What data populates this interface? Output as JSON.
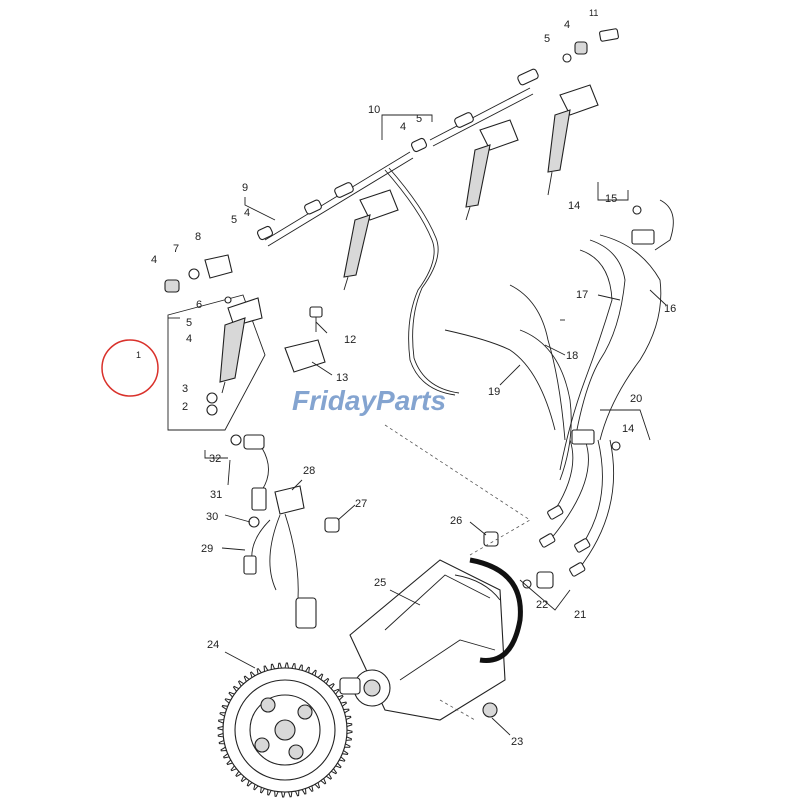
{
  "watermark": {
    "brand": "FridayParts"
  },
  "highlight": {
    "color": "#d9312b",
    "label": "1"
  },
  "colors": {
    "line": "#222222",
    "watermark": "#6f95c8",
    "highlight": "#d9312b"
  },
  "callouts": [
    {
      "id": "c11",
      "text": "11"
    },
    {
      "id": "c4a",
      "text": "4"
    },
    {
      "id": "c5a",
      "text": "5"
    },
    {
      "id": "c10",
      "text": "10"
    },
    {
      "id": "c4b",
      "text": "4"
    },
    {
      "id": "c5b",
      "text": "5"
    },
    {
      "id": "c9",
      "text": "9"
    },
    {
      "id": "c5c",
      "text": "5"
    },
    {
      "id": "c4c",
      "text": "4"
    },
    {
      "id": "c4d",
      "text": "4"
    },
    {
      "id": "c7",
      "text": "7"
    },
    {
      "id": "c8",
      "text": "8"
    },
    {
      "id": "c6",
      "text": "6"
    },
    {
      "id": "c5d",
      "text": "5"
    },
    {
      "id": "c4e",
      "text": "4"
    },
    {
      "id": "c3",
      "text": "3"
    },
    {
      "id": "c2",
      "text": "2"
    },
    {
      "id": "c12",
      "text": "12"
    },
    {
      "id": "c13",
      "text": "13"
    },
    {
      "id": "c14a",
      "text": "14"
    },
    {
      "id": "c15",
      "text": "15"
    },
    {
      "id": "c17",
      "text": "17"
    },
    {
      "id": "c16",
      "text": "16"
    },
    {
      "id": "c18",
      "text": "18"
    },
    {
      "id": "c19",
      "text": "19"
    },
    {
      "id": "c20",
      "text": "20"
    },
    {
      "id": "c14b",
      "text": "14"
    },
    {
      "id": "c32",
      "text": "32"
    },
    {
      "id": "c31",
      "text": "31"
    },
    {
      "id": "c28",
      "text": "28"
    },
    {
      "id": "c27",
      "text": "27"
    },
    {
      "id": "c30",
      "text": "30"
    },
    {
      "id": "c29",
      "text": "29"
    },
    {
      "id": "c26",
      "text": "26"
    },
    {
      "id": "c25",
      "text": "25"
    },
    {
      "id": "c22",
      "text": "22"
    },
    {
      "id": "c21",
      "text": "21"
    },
    {
      "id": "c24",
      "text": "24"
    },
    {
      "id": "c23",
      "text": "23"
    }
  ]
}
